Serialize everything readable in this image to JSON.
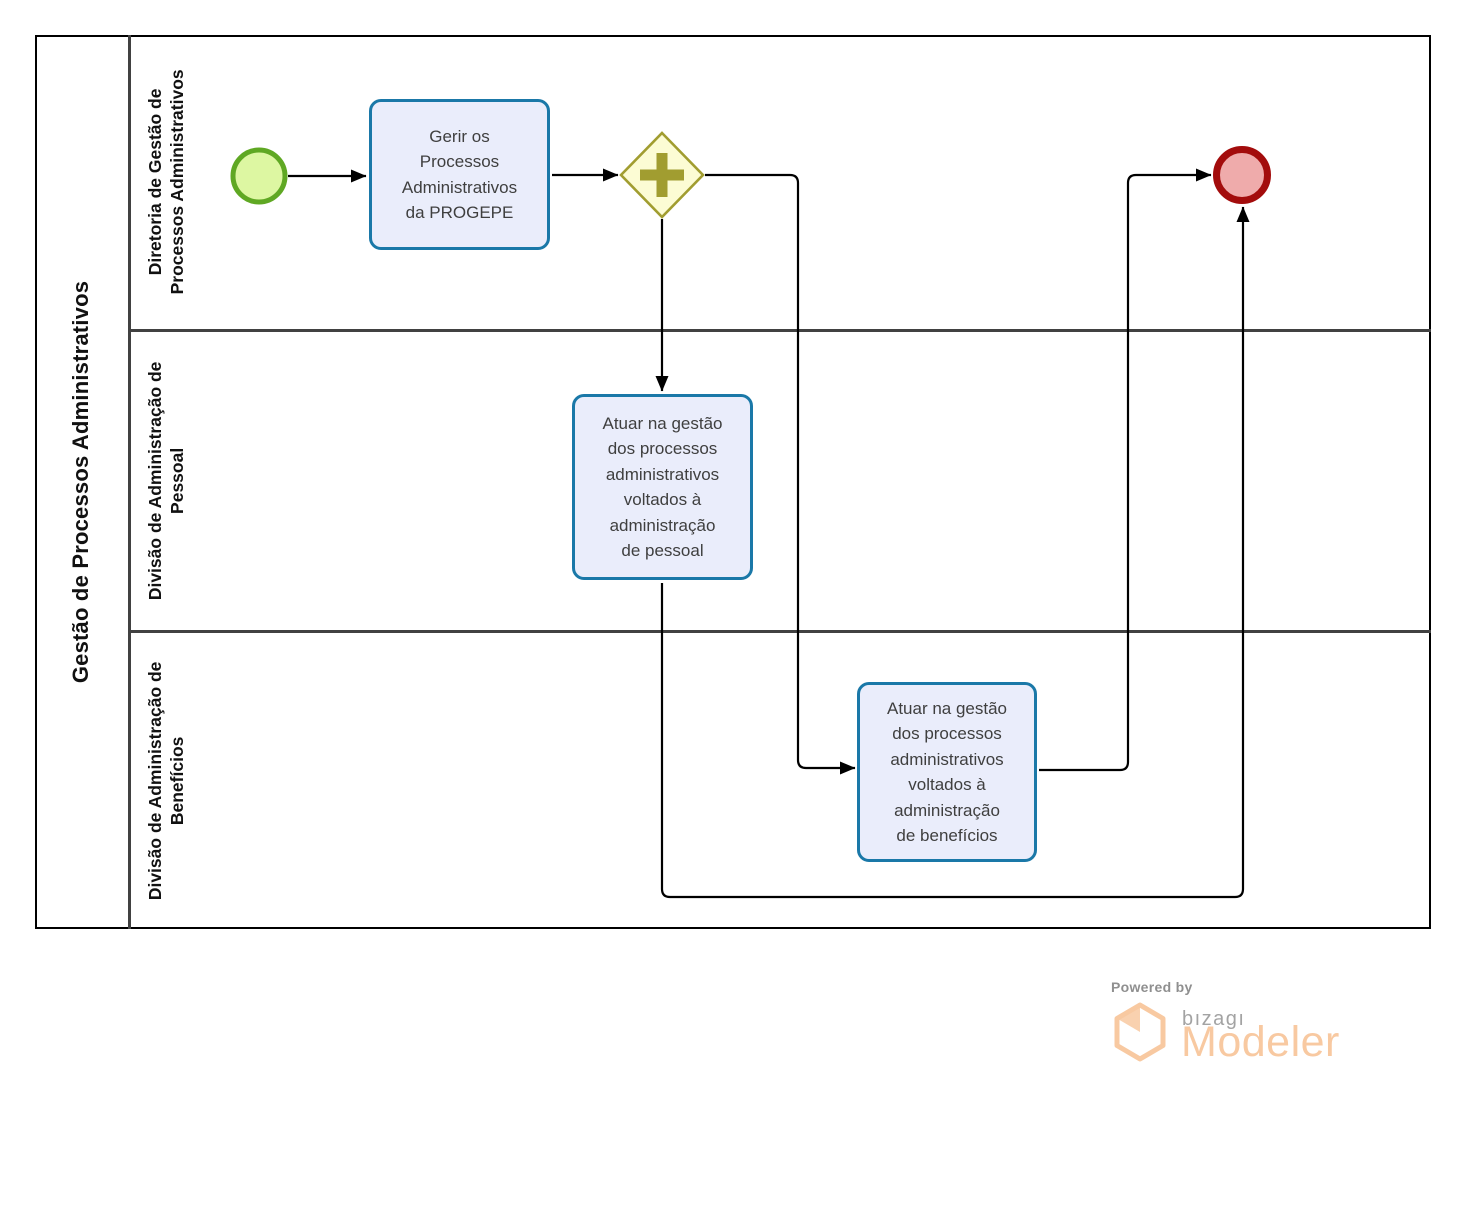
{
  "pool": {
    "title": "Gestão de Processos Administrativos",
    "lanes": [
      {
        "label": "Diretoria de Gestão de\nProcessos Administrativos"
      },
      {
        "label": "Divisão de Administração de\nPessoal"
      },
      {
        "label": "Divisão de Administração de\nBenefícios"
      }
    ]
  },
  "nodes": {
    "start_event": {
      "type": "start-event"
    },
    "task_gerir": {
      "label": "Gerir os\nProcessos\nAdministrativos\nda PROGEPE"
    },
    "parallel_gateway": {
      "type": "parallel-gateway"
    },
    "task_pessoal": {
      "label": "Atuar na gestão\ndos processos\nadministrativos\nvoltados à\nadministração\nde pessoal"
    },
    "task_beneficios": {
      "label": "Atuar na gestão\ndos processos\nadministrativos\nvoltados à\nadministração\nde benefícios"
    },
    "end_event": {
      "type": "end-event"
    }
  },
  "branding": {
    "powered_by": "Powered by",
    "brand": "bızagı",
    "product": "Modeler"
  },
  "colors": {
    "pool_border": "#000000",
    "lane_divider": "#414141",
    "label_text": "#111111",
    "flow_color": "#000000",
    "task_fill": "#eaedfb",
    "task_border": "#1a78a8",
    "task_text": "#3f3f3f",
    "gateway_fill": "#fcfcd4",
    "gateway_accent": "#a19d30",
    "start_fill": "#ddf7a2",
    "start_border": "#5fa823",
    "end_fill": "#efabab",
    "end_border": "#a30c0c",
    "brand_orange": "#f8c9a1",
    "brand_gray": "#a3a3a3",
    "powered_gray": "#8f8f8f"
  }
}
